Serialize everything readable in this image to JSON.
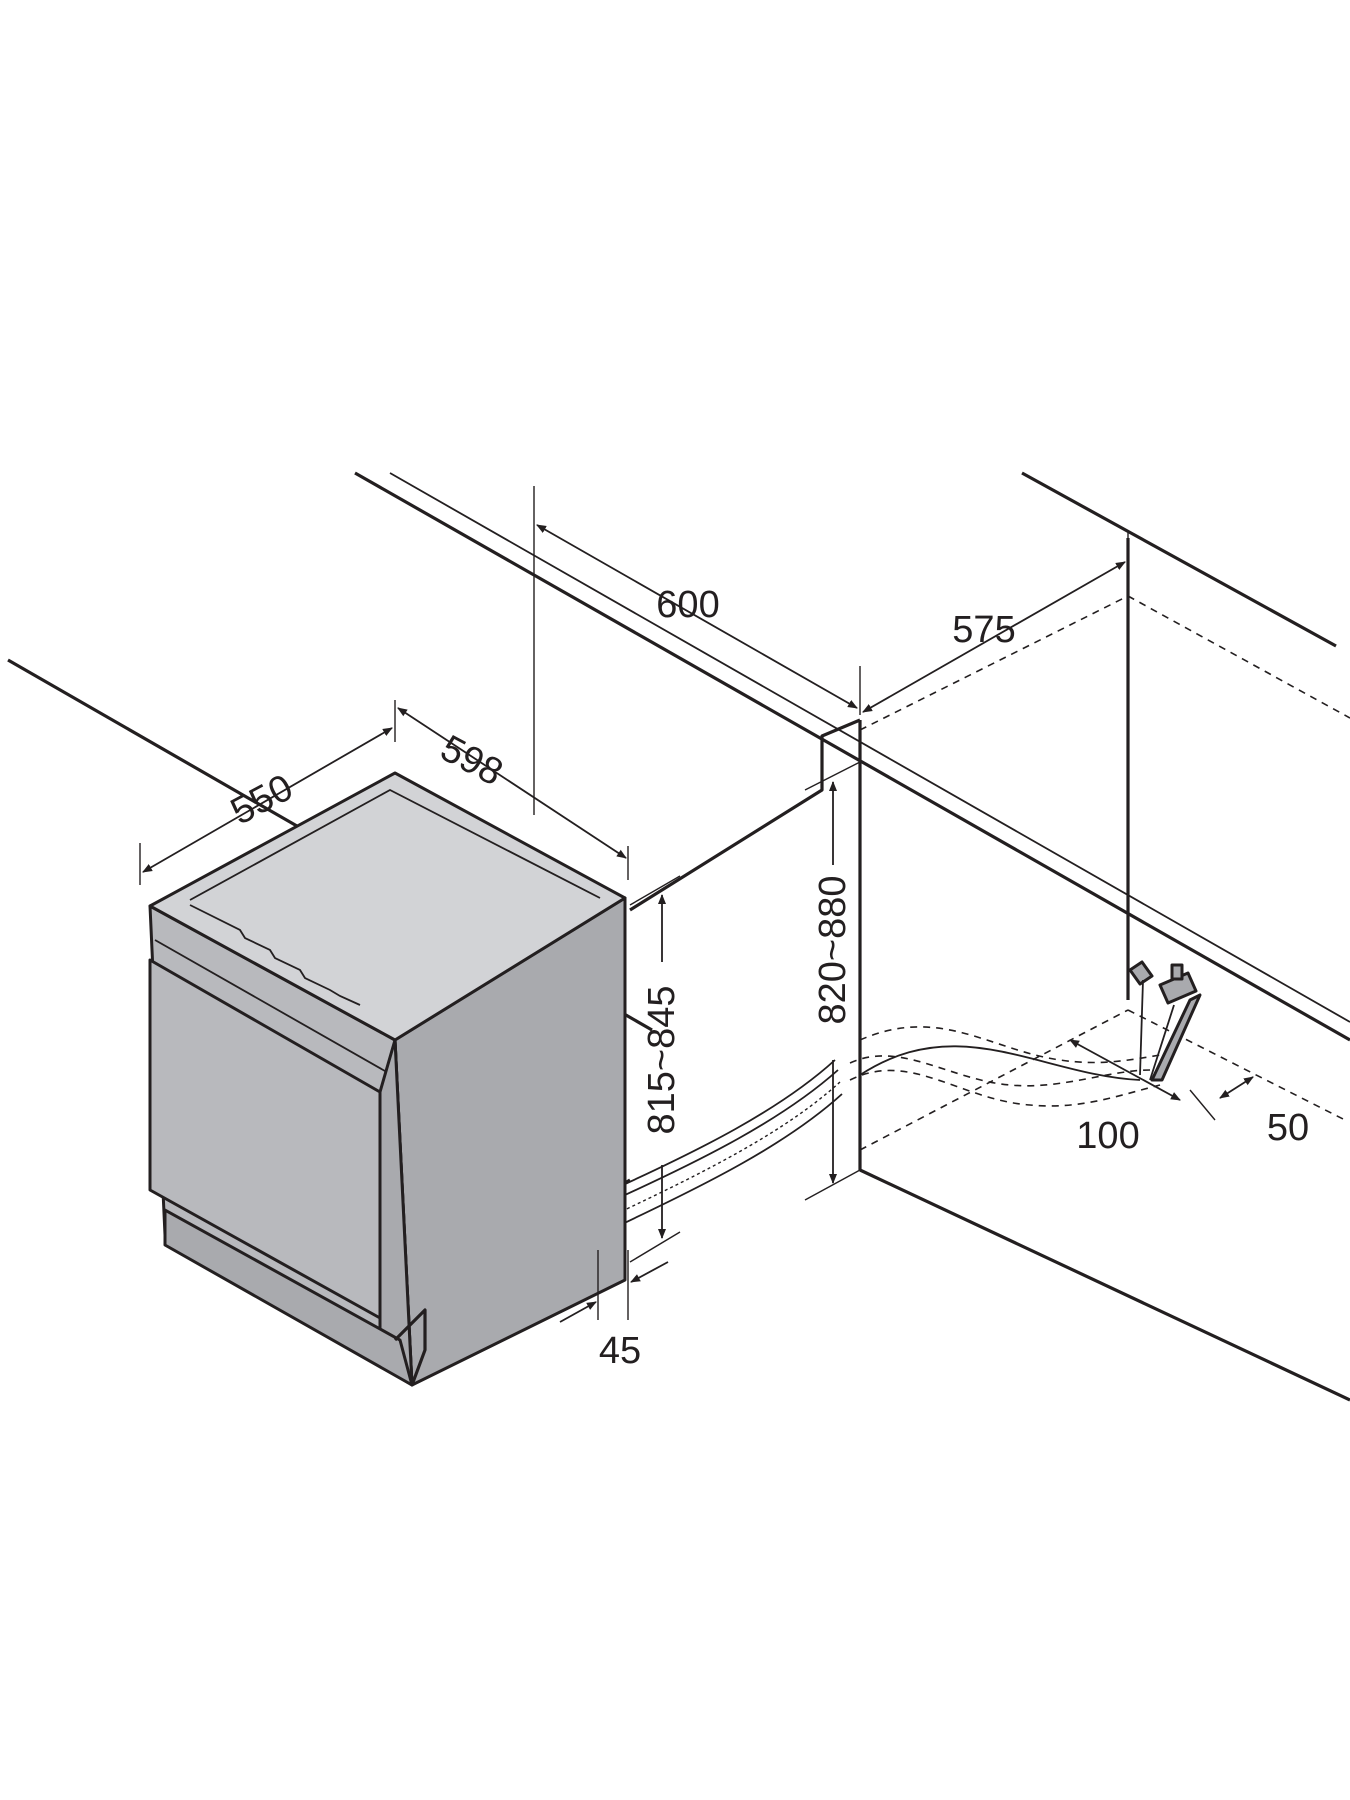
{
  "dimensions": {
    "appliance_depth": "550",
    "appliance_width": "598",
    "niche_width": "600",
    "niche_depth": "575",
    "appliance_height": "815~845",
    "niche_height": "820~880",
    "plinth_offset": "45",
    "connection_width": "100",
    "connection_offset": "50"
  },
  "colors": {
    "line": "#231f20",
    "appliance_front": "#b8b9bd",
    "appliance_side": "#a9aaae",
    "appliance_top": "#d2d3d6"
  }
}
